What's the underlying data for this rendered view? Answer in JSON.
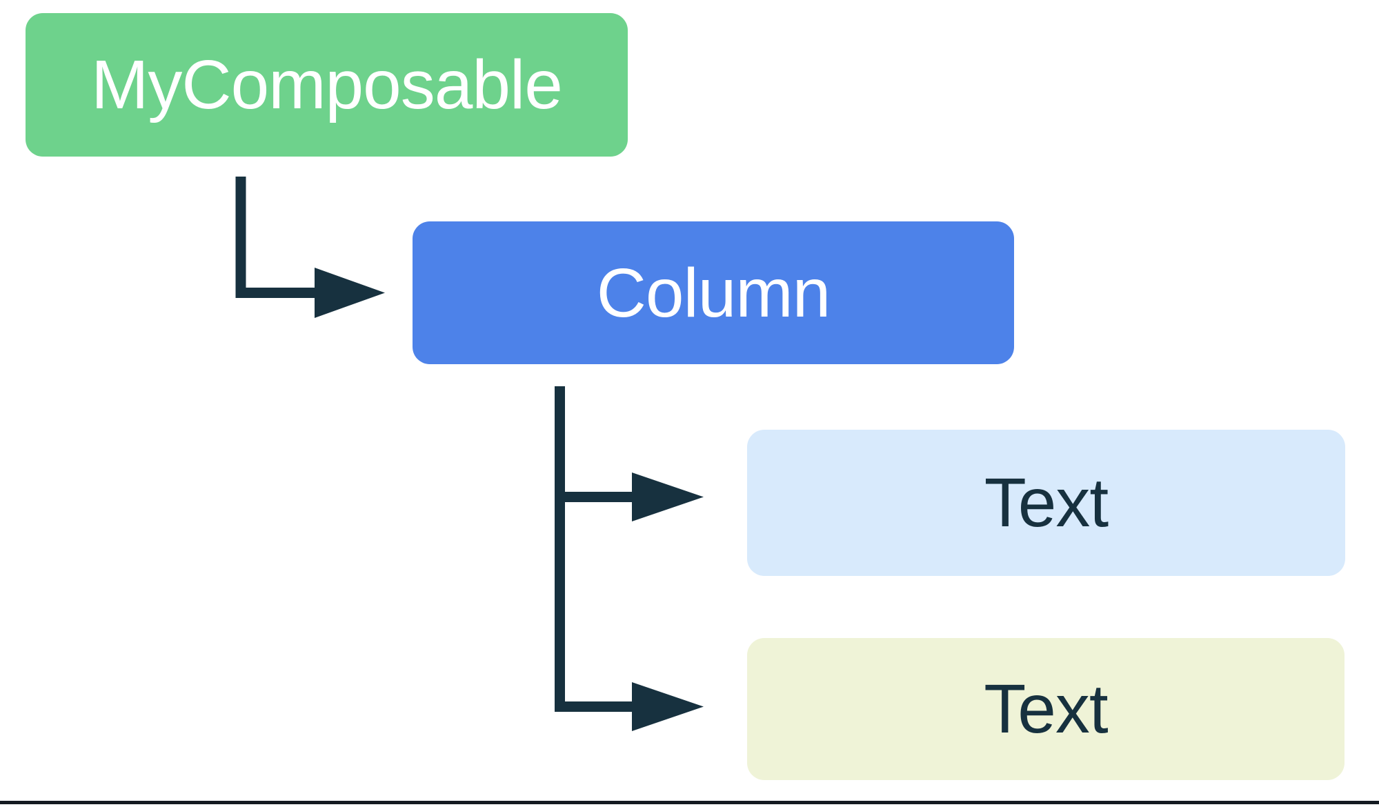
{
  "canvas": {
    "background": "#FFFFFF",
    "bottom_rule_color": "#141A21"
  },
  "diagram": {
    "connector_color": "#17313F",
    "nodes": [
      {
        "id": "my-composable",
        "label": "MyComposable",
        "bg": "#6ED28C",
        "fg": "#FFFFFF"
      },
      {
        "id": "column",
        "label": "Column",
        "bg": "#4D82E9",
        "fg": "#FFFFFF"
      },
      {
        "id": "text-first",
        "label": "Text",
        "bg": "#D8EAFC",
        "fg": "#17313F"
      },
      {
        "id": "text-second",
        "label": "Text",
        "bg": "#EFF3D7",
        "fg": "#17313F"
      }
    ]
  }
}
